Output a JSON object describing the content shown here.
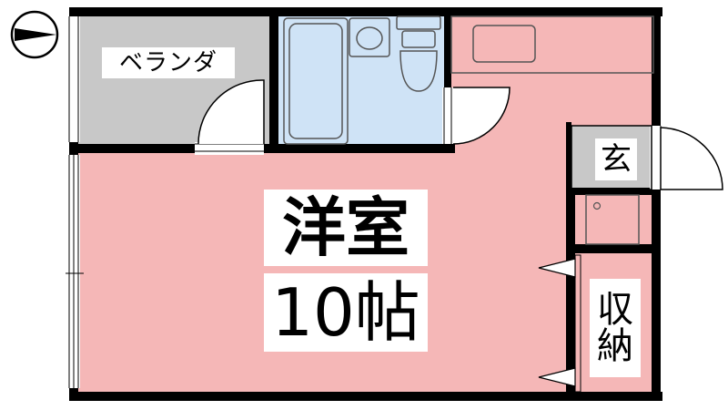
{
  "colors": {
    "wall": "#000000",
    "room_fill": "#f5b7b7",
    "veranda_fill": "#c8c8c8",
    "bath_fill": "#cfe3f6",
    "fixture_stroke": "#555555",
    "background": "#ffffff"
  },
  "rooms": {
    "veranda": {
      "label": "ベランダ"
    },
    "genkan": {
      "label": "玄"
    },
    "main": {
      "name": "洋室",
      "size": "10帖"
    },
    "storage": {
      "label_top": "収",
      "label_bottom": "納"
    }
  },
  "icons": {
    "compass": "north-arrow-icon"
  }
}
